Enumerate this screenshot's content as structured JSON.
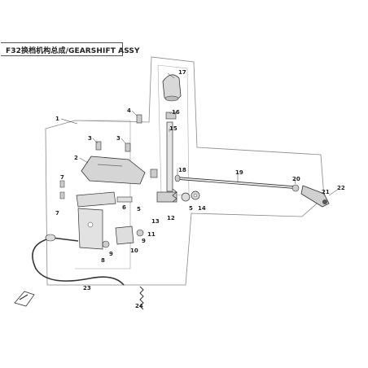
{
  "title": "F32换档机构总成/GEARSHIFT ASSY",
  "callouts": [
    {
      "id": "c1",
      "text": "1"
    },
    {
      "id": "c2",
      "text": "2"
    },
    {
      "id": "c3a",
      "text": "3"
    },
    {
      "id": "c3b",
      "text": "3"
    },
    {
      "id": "c4",
      "text": "4"
    },
    {
      "id": "c5a",
      "text": "5"
    },
    {
      "id": "c5b",
      "text": "5"
    },
    {
      "id": "c6",
      "text": "6"
    },
    {
      "id": "c7a",
      "text": "7"
    },
    {
      "id": "c7b",
      "text": "7"
    },
    {
      "id": "c8",
      "text": "8"
    },
    {
      "id": "c9a",
      "text": "9"
    },
    {
      "id": "c9b",
      "text": "9"
    },
    {
      "id": "c10",
      "text": "10"
    },
    {
      "id": "c11",
      "text": "11"
    },
    {
      "id": "c12",
      "text": "12"
    },
    {
      "id": "c13",
      "text": "13"
    },
    {
      "id": "c14",
      "text": "14"
    },
    {
      "id": "c15",
      "text": "15"
    },
    {
      "id": "c16",
      "text": "16"
    },
    {
      "id": "c17",
      "text": "17"
    },
    {
      "id": "c18",
      "text": "18"
    },
    {
      "id": "c19",
      "text": "19"
    },
    {
      "id": "c20",
      "text": "20"
    },
    {
      "id": "c21",
      "text": "21"
    },
    {
      "id": "c22",
      "text": "22"
    },
    {
      "id": "c23",
      "text": "23"
    },
    {
      "id": "c24",
      "text": "24"
    }
  ]
}
